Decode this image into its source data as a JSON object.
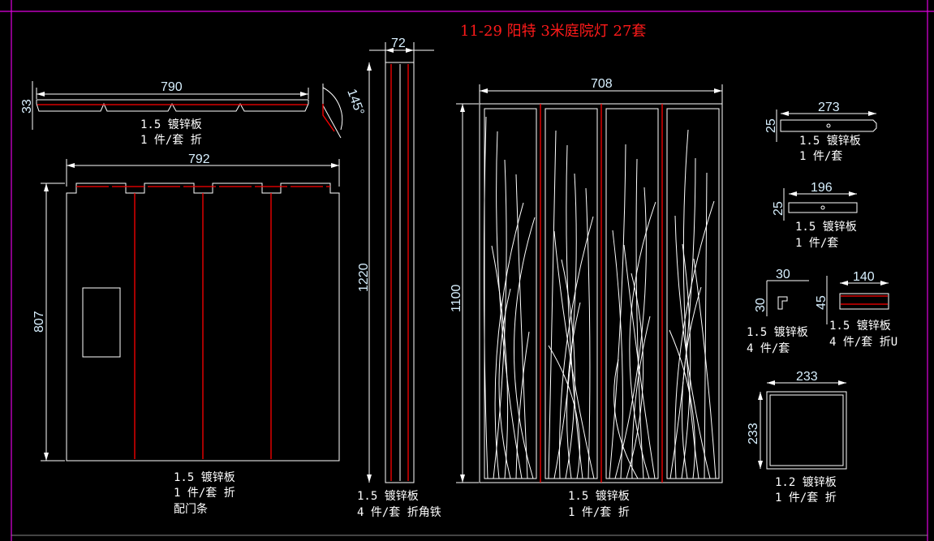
{
  "title": "11-29 阳特 3米庭院灯 27套",
  "colors": {
    "background": "#000000",
    "lines": "#ffffff",
    "fold_lines": "#ff0000",
    "frame": "#e000e0",
    "title": "#ff1a1a"
  },
  "parts": {
    "top_strip": {
      "width": "790",
      "height": "33",
      "angle": "145°",
      "material": "1.5 镀锌板",
      "qty": "1 件/套 折"
    },
    "door_panel": {
      "width": "792",
      "height": "807",
      "material": "1.5 镀锌板",
      "qty": "1 件/套 折",
      "note": "配门条"
    },
    "angle_post": {
      "width": "72",
      "height": "1220",
      "material": "1.5 镀锌板",
      "qty": "4 件/套 折角铁"
    },
    "screen_panel": {
      "width": "708",
      "height": "1100",
      "material": "1.5 镀锌板",
      "qty": "1 件/套 折"
    },
    "bar_273": {
      "width": "273",
      "height": "25",
      "material": "1.5 镀锌板",
      "qty": "1 件/套"
    },
    "bar_196": {
      "width": "196",
      "height": "25",
      "material": "1.5 镀锌板",
      "qty": "1 件/套"
    },
    "angle_30": {
      "width": "30",
      "height": "30",
      "material": "1.5 镀锌板",
      "qty": "4 件/套"
    },
    "channel_140": {
      "width": "140",
      "height": "45",
      "material": "1.5 镀锌板",
      "qty": "4 件/套 折U"
    },
    "plate_233": {
      "width": "233",
      "height": "233",
      "material": "1.2 镀锌板",
      "qty": "1 件/套 折"
    }
  }
}
